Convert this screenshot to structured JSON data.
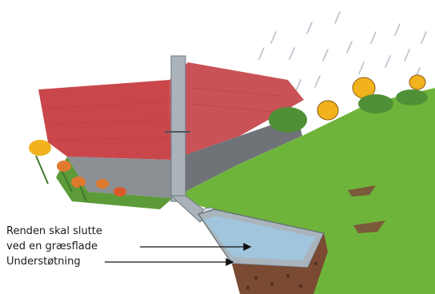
{
  "labels": {
    "gutter_line1": "Renden skal slutte",
    "gutter_line2": "ved en græsflade",
    "support": "Understøtning"
  },
  "colors": {
    "wall_red": "#c9474b",
    "foundation_grey": "#8c8f94",
    "grass_green": "#6fb43a",
    "water_blue": "#9fc6df",
    "gravel_brown": "#7a4a33",
    "flower_yellow": "#f1b21e",
    "flower_orange": "#e07a2e",
    "pipe_grey": "#aab2ba"
  }
}
